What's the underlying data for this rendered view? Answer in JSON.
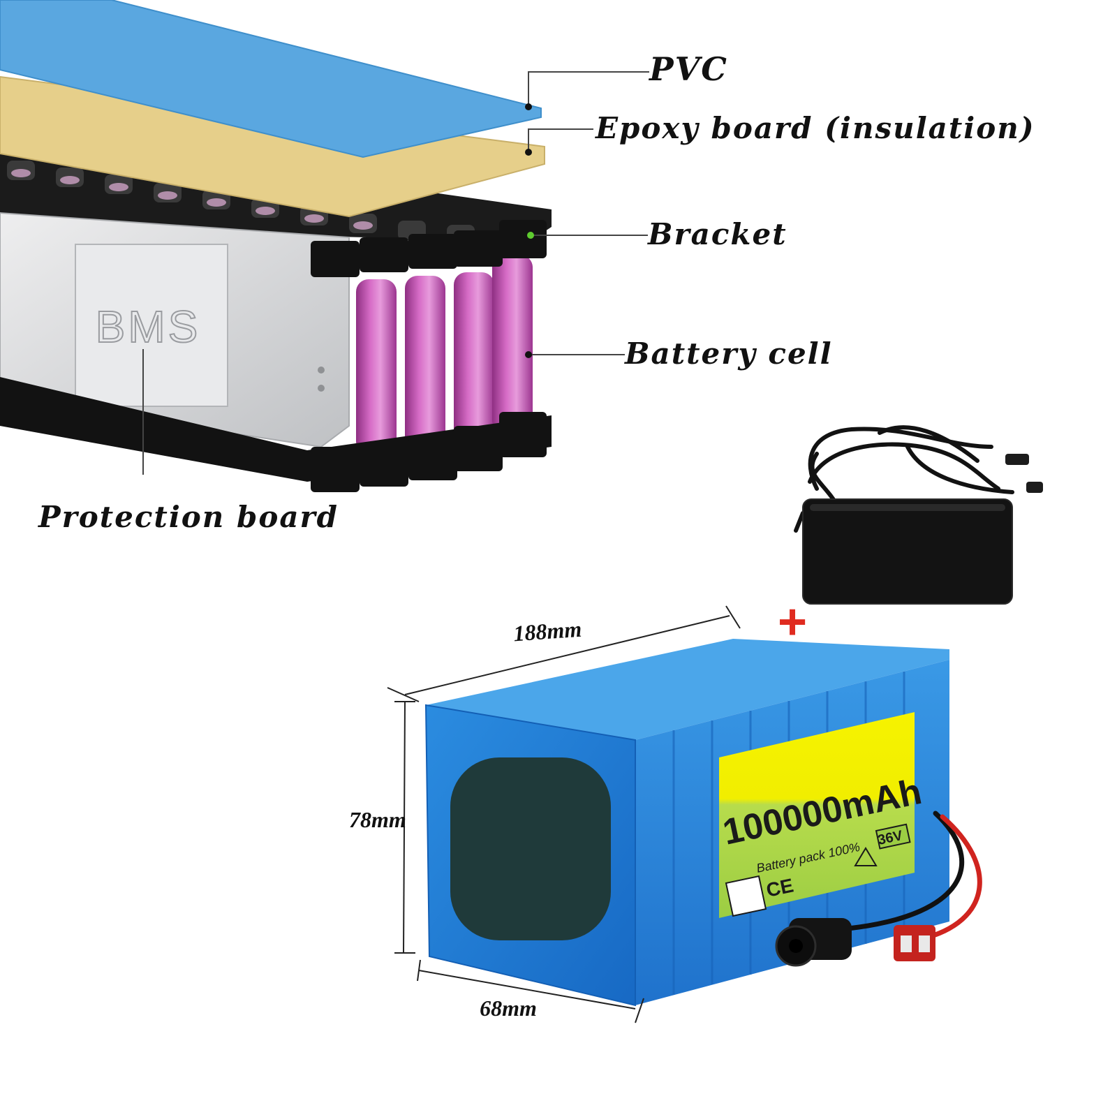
{
  "callouts": {
    "pvc": "PVC",
    "epoxy": "Epoxy board (insulation)",
    "bracket": "Bracket",
    "cell": "Battery cell",
    "protection": "Protection board"
  },
  "bms_mark": "BMS",
  "label": {
    "capacity": "100000mAh",
    "subtitle": "Battery pack 100%",
    "voltage": "36V",
    "ce": "CE"
  },
  "dimensions": {
    "length": "188mm",
    "height": "78mm",
    "width": "68mm"
  },
  "plus_sign": "+",
  "colors": {
    "pvc_sheet": "#5aa7e0",
    "epoxy_board": "#e6cf8a",
    "bracket": "#151515",
    "cell": "#c64fb4",
    "bms_plate": "#d4d5d7",
    "pack_wrap": "#1f7fd6",
    "label_yellow": "#f4f000",
    "label_green": "#a8d84a",
    "wire_red": "#d0241f",
    "plus_red": "#e02b20"
  }
}
